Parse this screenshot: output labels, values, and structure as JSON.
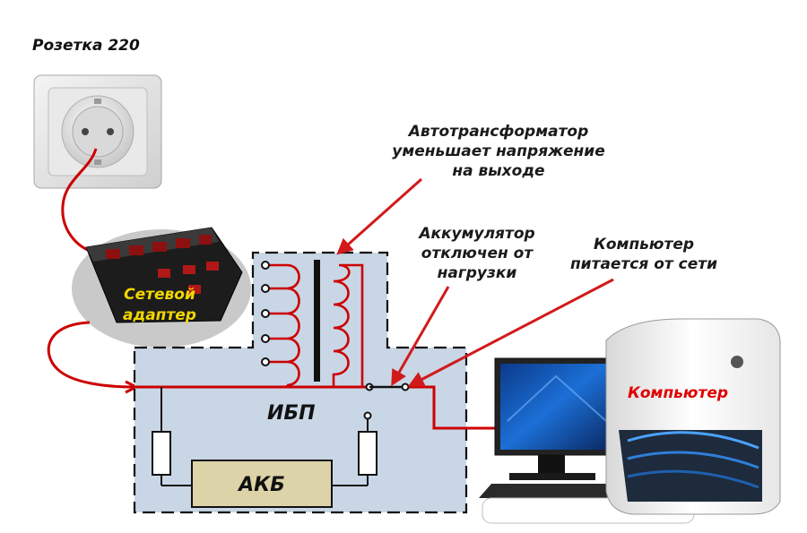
{
  "labels": {
    "socket": "Розетка 220",
    "autotransformer": [
      "Автотрансформатор",
      "уменьшает напряжение",
      "на выходе"
    ],
    "battery_note": [
      "Аккумулятор",
      "отключен от",
      "нагрузки"
    ],
    "computer_note": [
      "Компьютер",
      "питается от сети"
    ],
    "adapter": [
      "Сетевой",
      "адаптер"
    ],
    "ups": "ИБП",
    "battery": "АКБ",
    "computer": "Компьютер"
  },
  "colors": {
    "wire": "#cc0000",
    "arrow": "#d11a1a",
    "ups_fill": "#c9d6e6",
    "battery_fill": "#ddd3a8",
    "adapter_label": "#f2d600",
    "computer_label": "#e00000"
  }
}
